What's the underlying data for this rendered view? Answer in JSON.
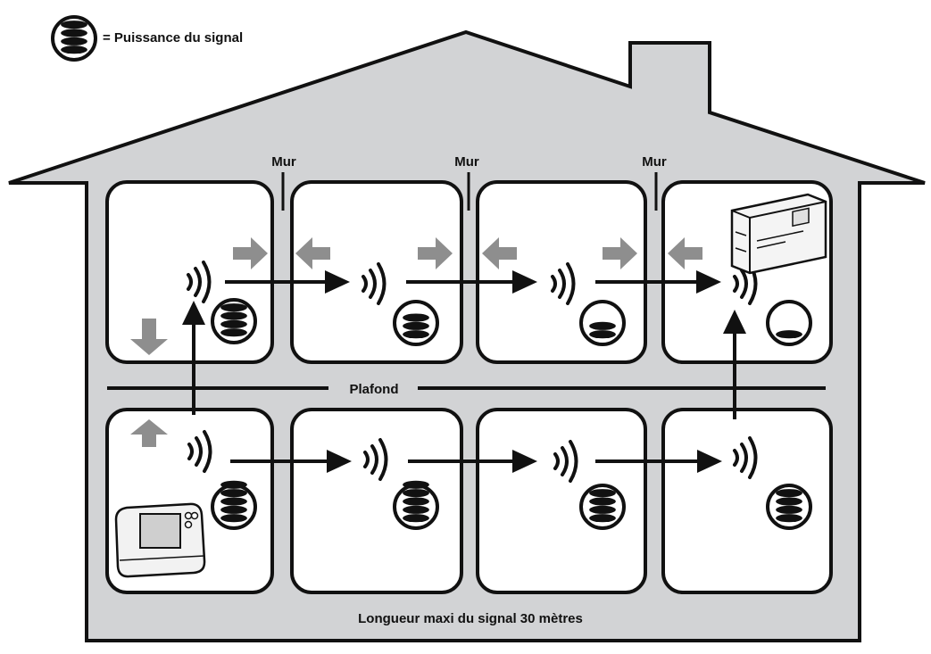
{
  "legend": {
    "text": "= Puissance du signal",
    "icon": "signal-strength-icon"
  },
  "labels": {
    "wall": "Mur",
    "ceiling": "Plafond",
    "footer": "Longueur maxi du signal 30 mètres"
  },
  "colors": {
    "house_fill": "#d2d3d5",
    "outline": "#111111",
    "room_fill": "#ffffff",
    "attenuation_arrow": "#8e8e8e"
  },
  "rooms": [
    {
      "id": "upper-1",
      "floor": "upper",
      "signal_bars": 4,
      "device": "none"
    },
    {
      "id": "upper-2",
      "floor": "upper",
      "signal_bars": 3,
      "device": "none"
    },
    {
      "id": "upper-3",
      "floor": "upper",
      "signal_bars": 2,
      "device": "none"
    },
    {
      "id": "upper-4",
      "floor": "upper",
      "signal_bars": 1,
      "device": "receiver-box"
    },
    {
      "id": "lower-1",
      "floor": "lower",
      "signal_bars": 5,
      "device": "thermostat"
    },
    {
      "id": "lower-2",
      "floor": "lower",
      "signal_bars": 5,
      "device": "none"
    },
    {
      "id": "lower-3",
      "floor": "lower",
      "signal_bars": 4,
      "device": "none"
    },
    {
      "id": "lower-4",
      "floor": "lower",
      "signal_bars": 4,
      "device": "none"
    }
  ]
}
